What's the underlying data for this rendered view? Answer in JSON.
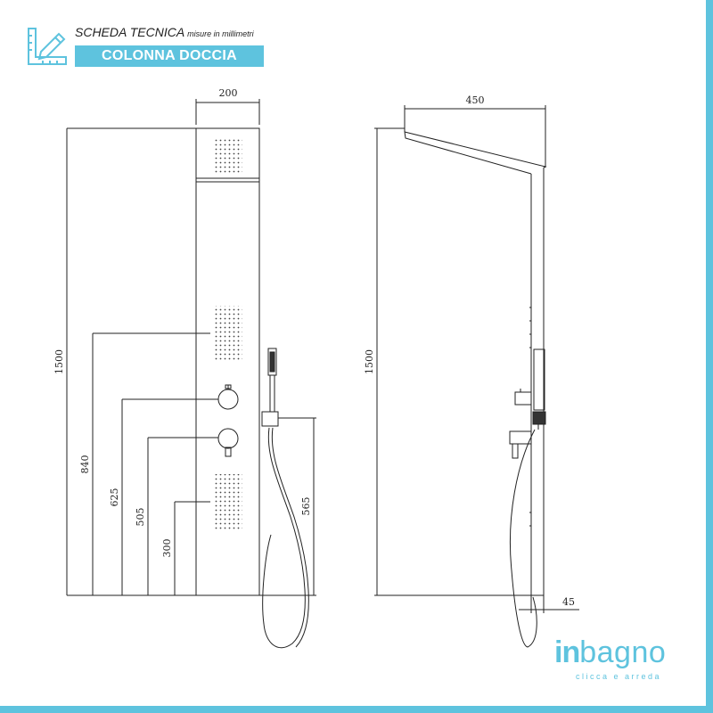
{
  "header": {
    "title": "SCHEDA TECNICA",
    "subtitle": "misure in millimetri",
    "product": "COLONNA DOCCIA",
    "icon": "ruler-pencil-icon"
  },
  "front_view": {
    "dimensions": {
      "width": "200",
      "height": "1500",
      "upper_jets": "840",
      "diverter": "625",
      "mixer": "505",
      "lower_jets": "300",
      "hand_shower_holder": "565"
    }
  },
  "side_view": {
    "dimensions": {
      "head_projection": "450",
      "height": "1500",
      "depth": "45"
    }
  },
  "brand": {
    "name_part1": "in",
    "name_part2": "bagno",
    "tagline": "clicca e arreda",
    "color": "#5ec3de"
  },
  "colors": {
    "accent": "#5ec3de",
    "line": "#222222"
  }
}
